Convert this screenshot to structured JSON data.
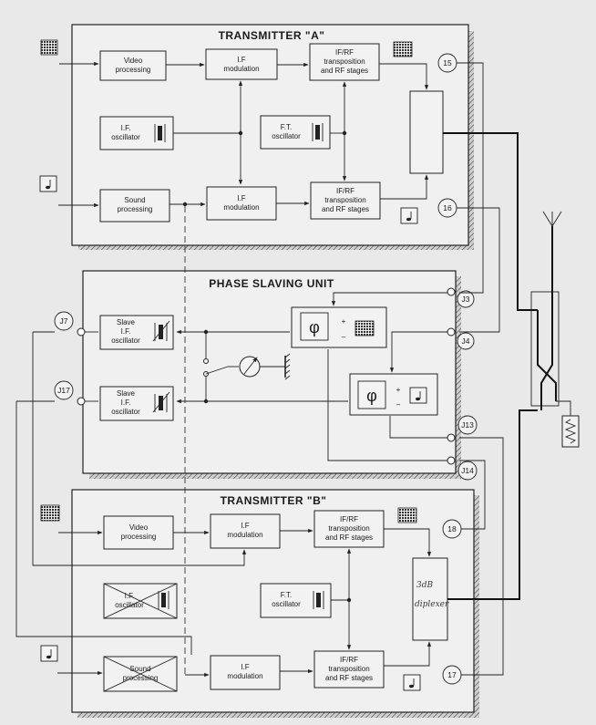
{
  "transmitter_a": {
    "title": "TRANSMITTER \"A\"",
    "video_processing": [
      "Video",
      "processing"
    ],
    "if_modulation_top": [
      "I.F",
      "modulation"
    ],
    "ifrf_top": [
      "IF/RF",
      "transposition",
      "and RF stages"
    ],
    "if_oscillator": [
      "I.F.",
      "oscillator"
    ],
    "ft_oscillator": [
      "F.T.",
      "oscillator"
    ],
    "sound_processing": [
      "Sound",
      "processing"
    ],
    "if_modulation_bottom": [
      "I.F",
      "modulation"
    ],
    "ifrf_bottom": [
      "IF/RF",
      "transposition",
      "and RF stages"
    ],
    "marker_top": "15",
    "marker_bottom": "16"
  },
  "phase_slaving_unit": {
    "title": "PHASE SLAVING UNIT",
    "slave_top": [
      "Slave",
      "I.F.",
      "oscillator"
    ],
    "slave_bottom": [
      "Slave",
      "I.F.",
      "oscillator"
    ],
    "phi": "φ",
    "plus": "+",
    "minus": "–",
    "connectors": {
      "j3": "J3",
      "j4": "J4",
      "j7": "J7",
      "j13": "J13",
      "j14": "J14",
      "j17": "J17"
    }
  },
  "transmitter_b": {
    "title": "TRANSMITTER \"B\"",
    "video_processing": [
      "Video",
      "processing"
    ],
    "if_modulation_top": [
      "I.F",
      "modulation"
    ],
    "ifrf_top": [
      "IF/RF",
      "transposition",
      "and RF stages"
    ],
    "if_oscillator": [
      "I.F.",
      "oscillator"
    ],
    "ft_oscillator": [
      "F.T.",
      "oscillator"
    ],
    "sound_processing": [
      "Sound",
      "processing"
    ],
    "if_modulation_bottom": [
      "I.F",
      "modulation"
    ],
    "ifrf_bottom": [
      "IF/RF",
      "transposition",
      "and RF stages"
    ],
    "marker_top": "18",
    "marker_bottom": "17",
    "handwritten": [
      "3dB",
      "diplexer"
    ]
  }
}
